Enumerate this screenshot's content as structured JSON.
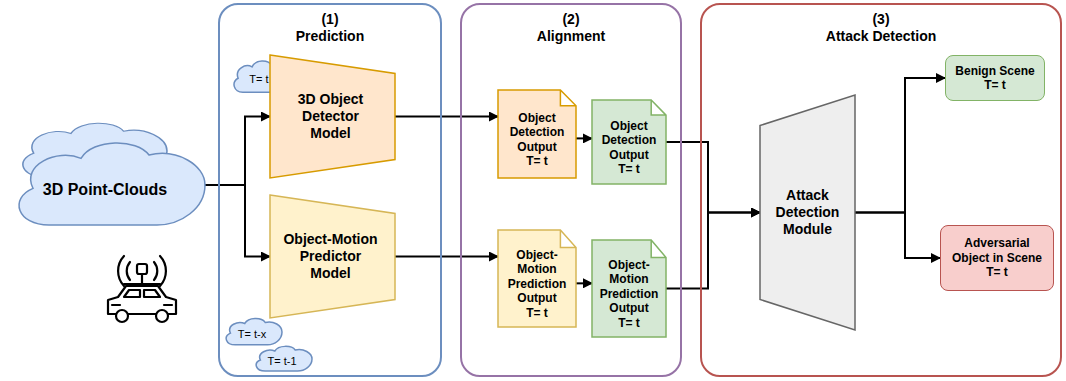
{
  "diagram": {
    "nodes": [
      {
        "text": [
          "3D Point-Clouds"
        ]
      },
      {
        "text": [
          "(1)",
          "Prediction"
        ]
      },
      {
        "text": [
          "T= t"
        ],
        "in": 1
      },
      {
        "text": [
          "3D Object Detector Model"
        ],
        "in": 1
      },
      {
        "text": [
          "Object-Motion Predictor Model"
        ],
        "in": 1
      },
      {
        "text": [
          "T= t-x"
        ],
        "in": 1
      },
      {
        "text": [
          "T= t-1"
        ],
        "in": 1
      },
      {
        "text": [
          "(2)",
          "Alignment"
        ]
      },
      {
        "text": [
          "Object Detection Output",
          "T= t"
        ],
        "in": 7
      },
      {
        "text": [
          "Object Detection Output",
          "T= t"
        ],
        "in": 7
      },
      {
        "text": [
          "Object-Motion Prediction Output",
          "T= t"
        ],
        "in": 7
      },
      {
        "text": [
          "Object-Motion Prediction Output",
          "T= t"
        ],
        "in": 7
      },
      {
        "text": [
          "(3)",
          "Attack Detection"
        ]
      },
      {
        "text": [
          "Attack Detection Module"
        ],
        "in": 12
      },
      {
        "text": [
          "Benign Scene",
          "T= t"
        ],
        "in": 12
      },
      {
        "text": [
          "Adversarial Object in Scene",
          "T= t"
        ],
        "in": 12
      }
    ],
    "edges": [
      {
        "from": 0,
        "to": 3,
        "arrow": "to"
      },
      {
        "from": 0,
        "to": 4,
        "arrow": "to"
      },
      {
        "from": 3,
        "to": 8,
        "arrow": "to"
      },
      {
        "from": 4,
        "to": 10,
        "arrow": "to"
      },
      {
        "from": 8,
        "to": 9,
        "arrow": "to"
      },
      {
        "from": 10,
        "to": 11,
        "arrow": "to"
      },
      {
        "from": 9,
        "to": 13,
        "arrow": "to"
      },
      {
        "from": 11,
        "to": 13,
        "arrow": "to"
      },
      {
        "from": 13,
        "to": 14,
        "arrow": "to"
      },
      {
        "from": 13,
        "to": 15,
        "arrow": "to"
      }
    ]
  }
}
